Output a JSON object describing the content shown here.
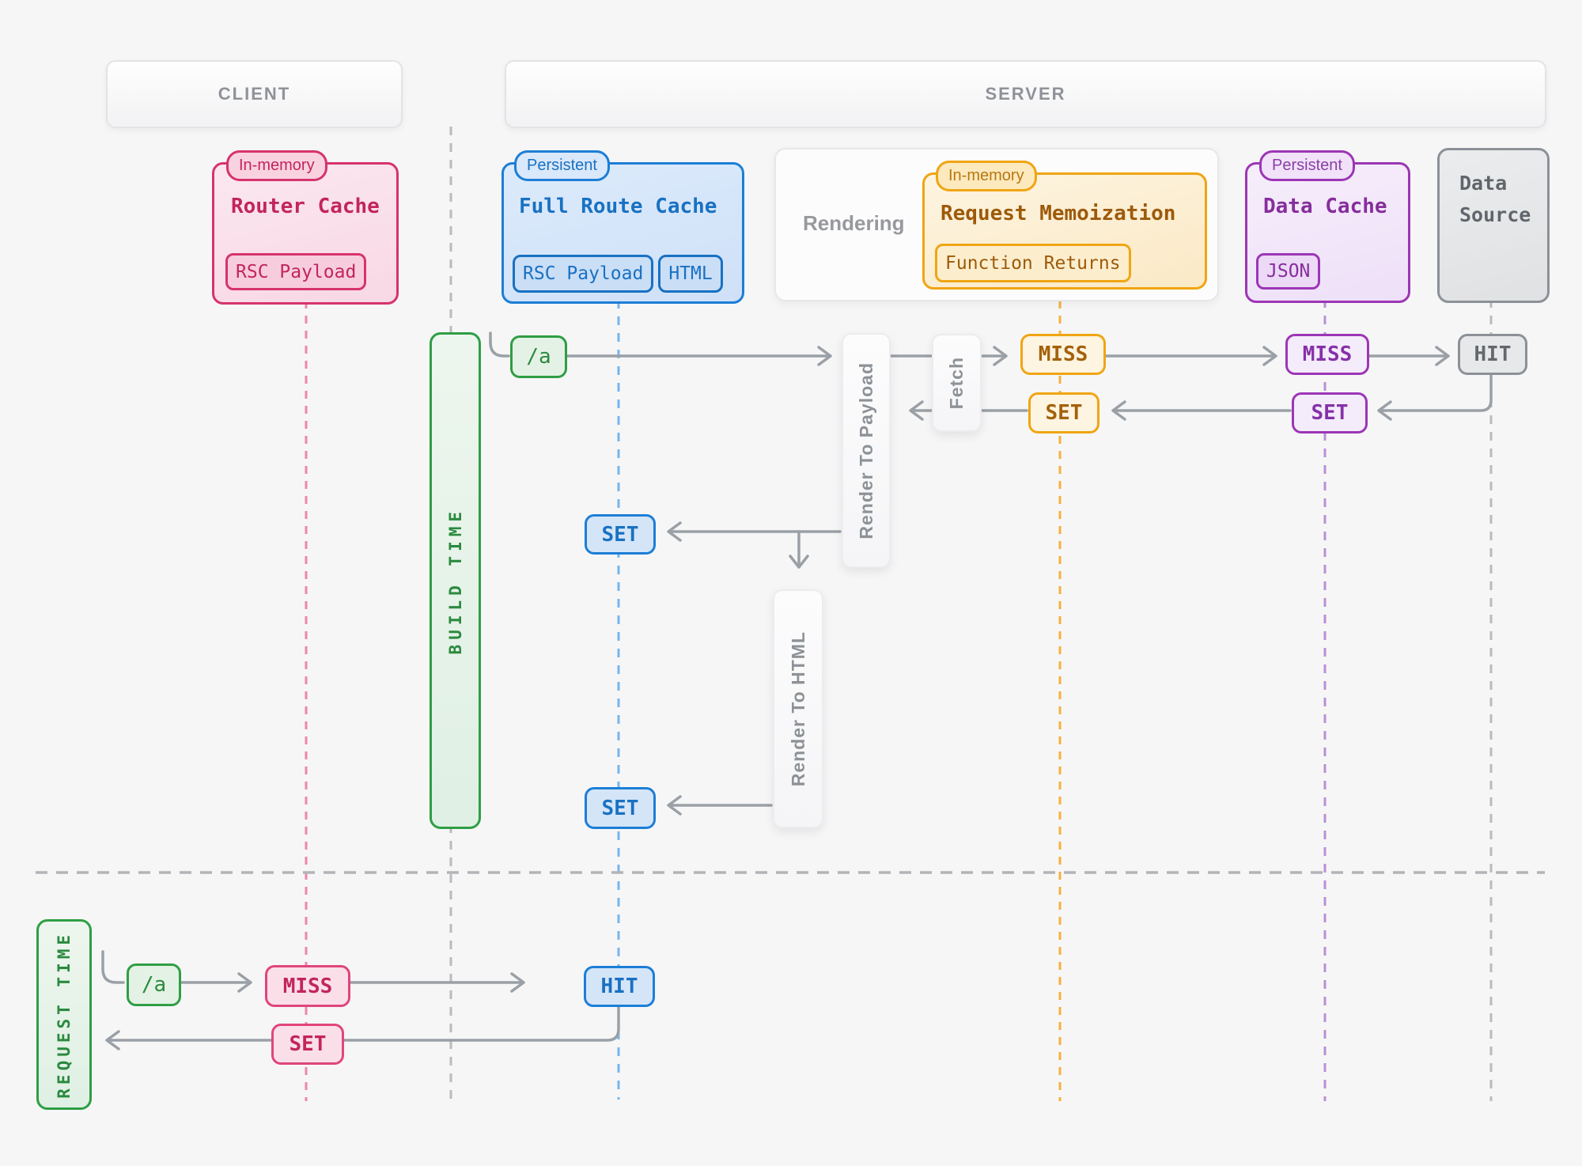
{
  "colors": {
    "pink": "#d6336c",
    "blue": "#1c7ed6",
    "green": "#2f9e44",
    "orange": "#f59f00",
    "purple": "#9c36b5",
    "gray": "#868e96",
    "arrow": "#9aa0a6"
  },
  "headers": {
    "client": "CLIENT",
    "server": "SERVER"
  },
  "lanes": {
    "build_time": "BUILD TIME",
    "request_time": "REQUEST TIME"
  },
  "nodes": {
    "router_cache": {
      "tag": "In-memory",
      "title": "Router Cache",
      "chip": "RSC Payload"
    },
    "full_route_cache": {
      "tag": "Persistent",
      "title": "Full Route Cache",
      "chips": [
        "RSC Payload",
        "HTML"
      ]
    },
    "rendering": {
      "title": "Rendering"
    },
    "request_memoization": {
      "tag": "In-memory",
      "title": "Request Memoization",
      "chip": "Function Returns"
    },
    "data_cache": {
      "tag": "Persistent",
      "title": "Data Cache",
      "chip": "JSON"
    },
    "data_source": {
      "title": "Data Source"
    }
  },
  "process": {
    "fetch": "Fetch",
    "render_to_payload": "Render To Payload",
    "render_to_html": "Render To HTML"
  },
  "flow": {
    "build": {
      "route": "/a",
      "rm_miss": "MISS",
      "rm_set": "SET",
      "dc_miss": "MISS",
      "dc_set": "SET",
      "ds_hit": "HIT",
      "frc_set_payload": "SET",
      "frc_set_html": "SET"
    },
    "request": {
      "route": "/a",
      "rc_miss": "MISS",
      "rc_set": "SET",
      "frc_hit": "HIT"
    }
  }
}
